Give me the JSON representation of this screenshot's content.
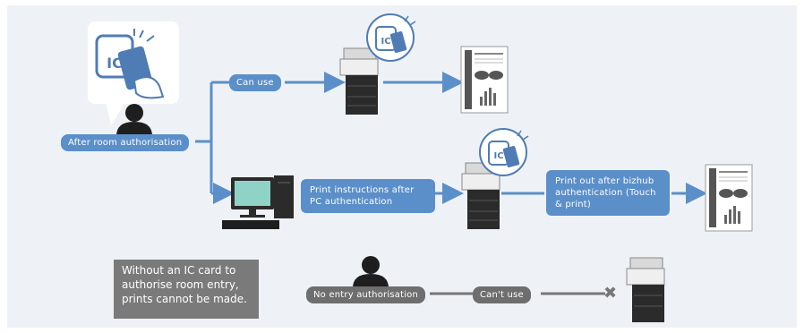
{
  "labels": {
    "after_room_auth": "After room authorisation",
    "can_use": "Can use",
    "print_instructions": "Print instructions after PC authentication",
    "print_out": "Print out after bizhub authentication (Touch & print)",
    "no_entry": "No entry authorisation",
    "cant_use": "Can't use",
    "note": "Without an IC card to authorise room entry, prints cannot be made."
  },
  "icons": {
    "ic_card": "IC",
    "cross": "✖"
  },
  "colors": {
    "flow": "#5b8fc9",
    "denied": "#6e6e6e",
    "background": "#eef2f6"
  }
}
